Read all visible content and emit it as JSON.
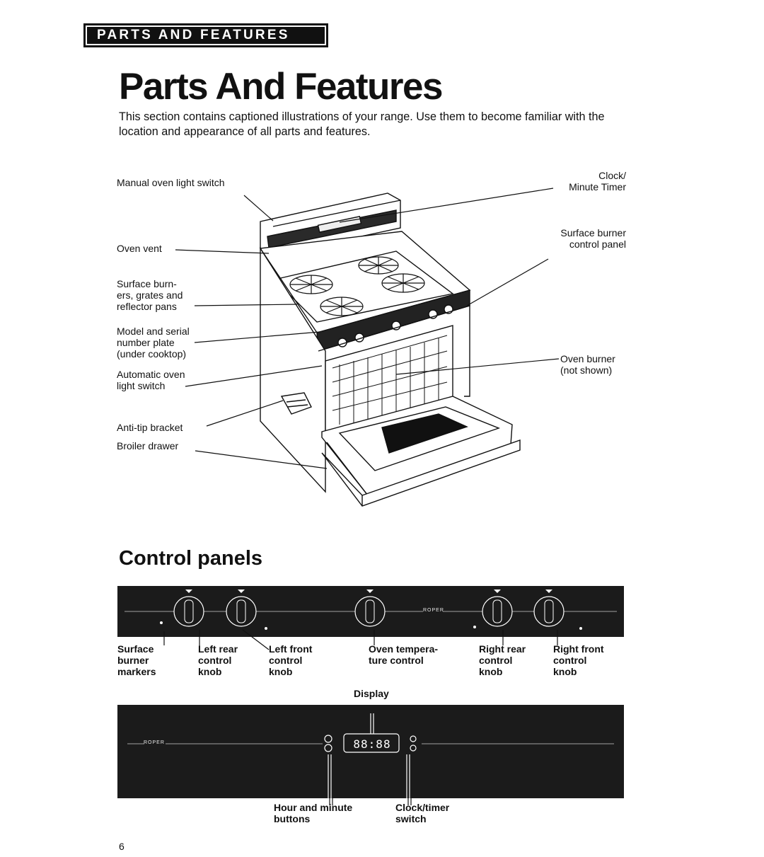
{
  "header": {
    "section_tab": "PARTS AND FEATURES",
    "title": "Parts And Features"
  },
  "intro": "This section contains captioned illustrations of your range. Use them to become familiar with the location and appearance of all parts and features.",
  "range_labels": {
    "manual_light": "Manual oven light switch",
    "oven_vent": "Oven vent",
    "burners": "Surface burn-\ners, grates and\nreflector pans",
    "model_plate": "Model and serial\nnumber plate\n(under cooktop)",
    "auto_light": "Automatic oven\nlight switch",
    "anti_tip": "Anti-tip bracket",
    "broiler": "Broiler drawer",
    "clock": "Clock/\nMinute Timer",
    "surface_panel": "Surface burner\ncontrol panel",
    "oven_burner": "Oven burner\n(not shown)"
  },
  "control_panels": {
    "heading": "Control panels",
    "brand": "ROPER",
    "display_readout": "88:88",
    "labels": {
      "markers": "Surface\nburner\nmarkers",
      "left_rear": "Left rear\ncontrol\nknob",
      "left_front": "Left front\ncontrol\nknob",
      "oven_temp": "Oven tempera-\nture control",
      "right_rear": "Right rear\ncontrol\nknob",
      "right_front": "Right front\ncontrol\nknob",
      "display": "Display",
      "hour_minute": "Hour and minute\nbuttons",
      "clock_timer": "Clock/timer\nswitch"
    }
  },
  "page_number": "6"
}
